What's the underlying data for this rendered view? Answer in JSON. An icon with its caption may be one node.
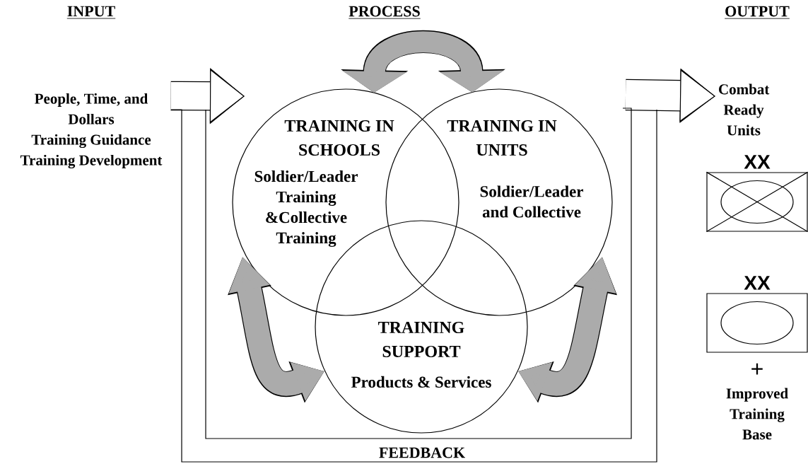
{
  "diagram": {
    "nodes": [
      {
        "text": [
          "People, Time, and Dollars",
          "Training Guidance",
          "Training Development"
        ]
      },
      {
        "text": [
          "TRAINING IN SCHOOLS",
          "Soldier/Leader Training &Collective Training"
        ]
      },
      {
        "text": [
          "TRAINING IN UNITS",
          "Soldier/Leader and Collective"
        ]
      },
      {
        "text": [
          "TRAINING SUPPORT",
          "Products & Services"
        ]
      },
      {
        "text": [
          "Combat Ready Units"
        ]
      },
      {
        "text": [
          "XX"
        ]
      },
      {
        "text": [
          "XX"
        ],
        "beside": [
          "+",
          "Improved Training Base"
        ]
      }
    ],
    "edges": [
      {
        "from": 0,
        "to": null,
        "arrow": "to"
      },
      {
        "from": null,
        "to": 4,
        "arrow": "to"
      },
      {
        "from": 1,
        "to": 2,
        "arrow": "both",
        "color": "#ababab"
      },
      {
        "from": 1,
        "to": 3,
        "arrow": "both",
        "color": "#ababab"
      },
      {
        "from": 2,
        "to": 3,
        "arrow": "both",
        "color": "#ababab"
      },
      {
        "from": null,
        "to": 0,
        "arrow": "none",
        "label": "FEEDBACK"
      }
    ],
    "labels": [
      "INPUT",
      "PROCESS",
      "OUTPUT"
    ]
  }
}
